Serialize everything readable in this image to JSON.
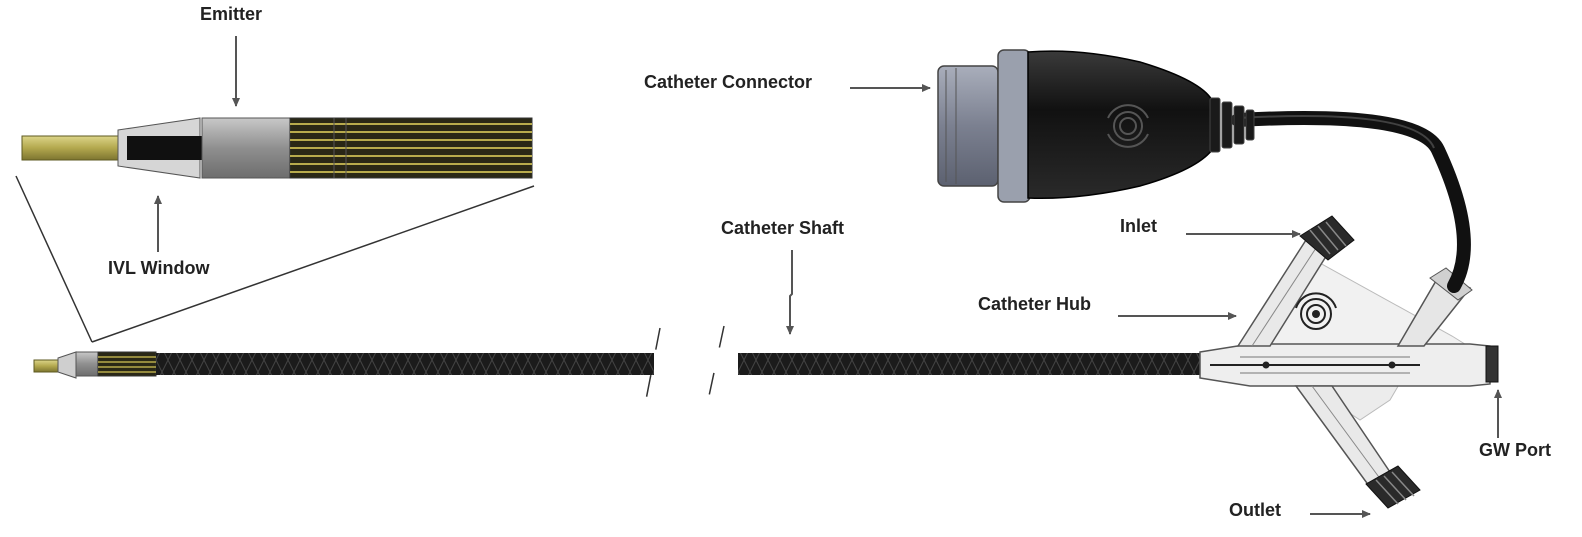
{
  "labels": {
    "emitter": "Emitter",
    "ivl_window": "IVL Window",
    "catheter_connector": "Catheter Connector",
    "catheter_shaft": "Catheter Shaft",
    "inlet": "Inlet",
    "catheter_hub": "Catheter Hub",
    "outlet": "Outlet",
    "gw_port": "GW Port"
  },
  "colors": {
    "label_text": "#222222",
    "arrow": "#555555",
    "shaft_dark": "#1b1b1b",
    "tip_gold": "#b9ad58",
    "band_gray": "#9a9a9a",
    "connector_black": "#151515",
    "connector_gray": "#8e93a1",
    "hub_clear": "#e4e4e4"
  }
}
